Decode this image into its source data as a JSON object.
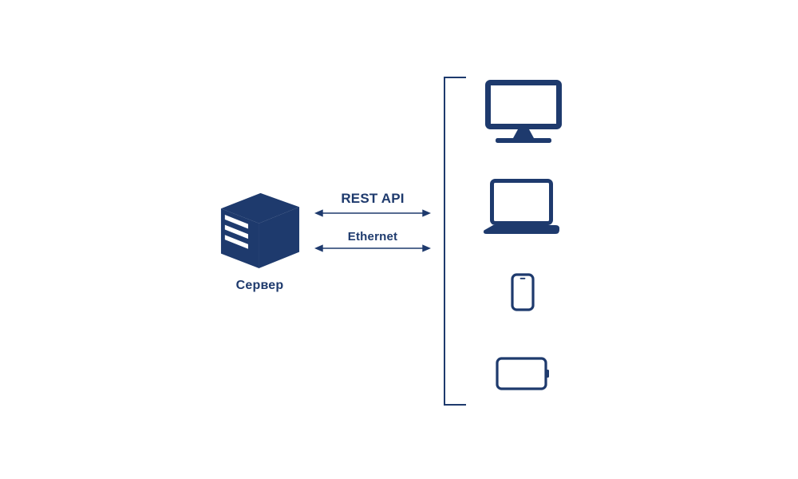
{
  "colors": {
    "primary": "#1e3a6d",
    "background": "#ffffff"
  },
  "server": {
    "label": "Сервер",
    "icon": "server-cube-icon"
  },
  "connections": [
    {
      "label": "REST API",
      "style": "double-headed-arrow"
    },
    {
      "label": "Ethernet",
      "style": "double-headed-arrow"
    }
  ],
  "clients": {
    "group_shape": "left-bracket",
    "devices": [
      {
        "icon": "desktop-monitor-icon"
      },
      {
        "icon": "laptop-icon"
      },
      {
        "icon": "smartphone-icon"
      },
      {
        "icon": "tablet-icon"
      }
    ]
  }
}
